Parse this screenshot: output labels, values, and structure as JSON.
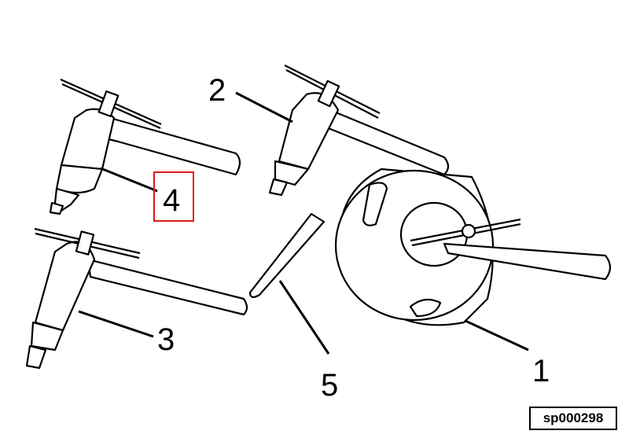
{
  "callouts": {
    "c1": "1",
    "c2": "2",
    "c3": "3",
    "c4": "4",
    "c5": "5"
  },
  "reference_code": "sp000298",
  "highlight_color": "#e0191e"
}
